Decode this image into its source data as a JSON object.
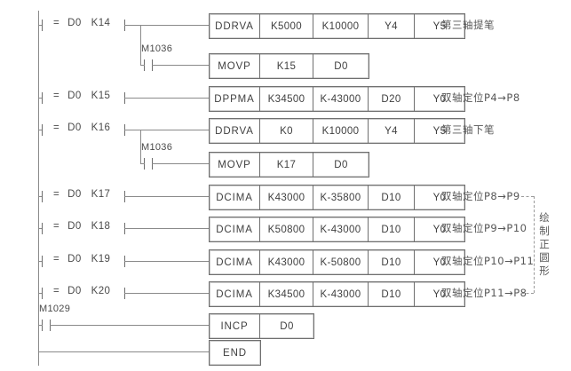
{
  "diagram": {
    "type": "plc-ladder-logic",
    "left_rail": true,
    "rungs": [
      {
        "id": "rung-k14",
        "condition": {
          "operator": "=",
          "device": "D0",
          "constant": "K14"
        },
        "branch_contact": null,
        "instruction": {
          "op": "DDRVA",
          "operands": [
            "K5000",
            "K10000",
            "Y4",
            "Y5"
          ]
        },
        "annotation": "第三轴提笔"
      },
      {
        "id": "rung-k14-branch",
        "condition": null,
        "branch_contact": "M1036",
        "instruction": {
          "op": "MOVP",
          "operands": [
            "K15",
            "D0"
          ]
        },
        "annotation": ""
      },
      {
        "id": "rung-k15",
        "condition": {
          "operator": "=",
          "device": "D0",
          "constant": "K15"
        },
        "branch_contact": null,
        "instruction": {
          "op": "DPPMA",
          "operands": [
            "K34500",
            "K-43000",
            "D20",
            "Y0"
          ]
        },
        "annotation": "双轴定位P4→P8"
      },
      {
        "id": "rung-k16",
        "condition": {
          "operator": "=",
          "device": "D0",
          "constant": "K16"
        },
        "branch_contact": null,
        "instruction": {
          "op": "DDRVA",
          "operands": [
            "K0",
            "K10000",
            "Y4",
            "Y5"
          ]
        },
        "annotation": "第三轴下笔"
      },
      {
        "id": "rung-k16-branch",
        "condition": null,
        "branch_contact": "M1036",
        "instruction": {
          "op": "MOVP",
          "operands": [
            "K17",
            "D0"
          ]
        },
        "annotation": ""
      },
      {
        "id": "rung-k17",
        "condition": {
          "operator": "=",
          "device": "D0",
          "constant": "K17"
        },
        "branch_contact": null,
        "instruction": {
          "op": "DCIMA",
          "operands": [
            "K43000",
            "K-35800",
            "D10",
            "Y0"
          ]
        },
        "annotation": "双轴定位P8→P9"
      },
      {
        "id": "rung-k18",
        "condition": {
          "operator": "=",
          "device": "D0",
          "constant": "K18"
        },
        "branch_contact": null,
        "instruction": {
          "op": "DCIMA",
          "operands": [
            "K50800",
            "K-43000",
            "D10",
            "Y0"
          ]
        },
        "annotation": "双轴定位P9→P10"
      },
      {
        "id": "rung-k19",
        "condition": {
          "operator": "=",
          "device": "D0",
          "constant": "K19"
        },
        "branch_contact": null,
        "instruction": {
          "op": "DCIMA",
          "operands": [
            "K43000",
            "K-50800",
            "D10",
            "Y0"
          ]
        },
        "annotation": "双轴定位P10→P11"
      },
      {
        "id": "rung-k20",
        "condition": {
          "operator": "=",
          "device": "D0",
          "constant": "K20"
        },
        "branch_contact": null,
        "instruction": {
          "op": "DCIMA",
          "operands": [
            "K34500",
            "K-43000",
            "D10",
            "Y0"
          ]
        },
        "annotation": "双轴定位P11→P8"
      },
      {
        "id": "rung-m1029",
        "condition": null,
        "branch_contact": "M1029",
        "instruction": {
          "op": "INCP",
          "operands": [
            "D0"
          ]
        },
        "annotation": ""
      },
      {
        "id": "rung-end",
        "condition": null,
        "branch_contact": null,
        "instruction": {
          "op": "END",
          "operands": []
        },
        "annotation": ""
      }
    ],
    "group_bracket": {
      "label": "绘制正圆形",
      "spans_rungs": [
        "rung-k17",
        "rung-k20"
      ]
    }
  }
}
